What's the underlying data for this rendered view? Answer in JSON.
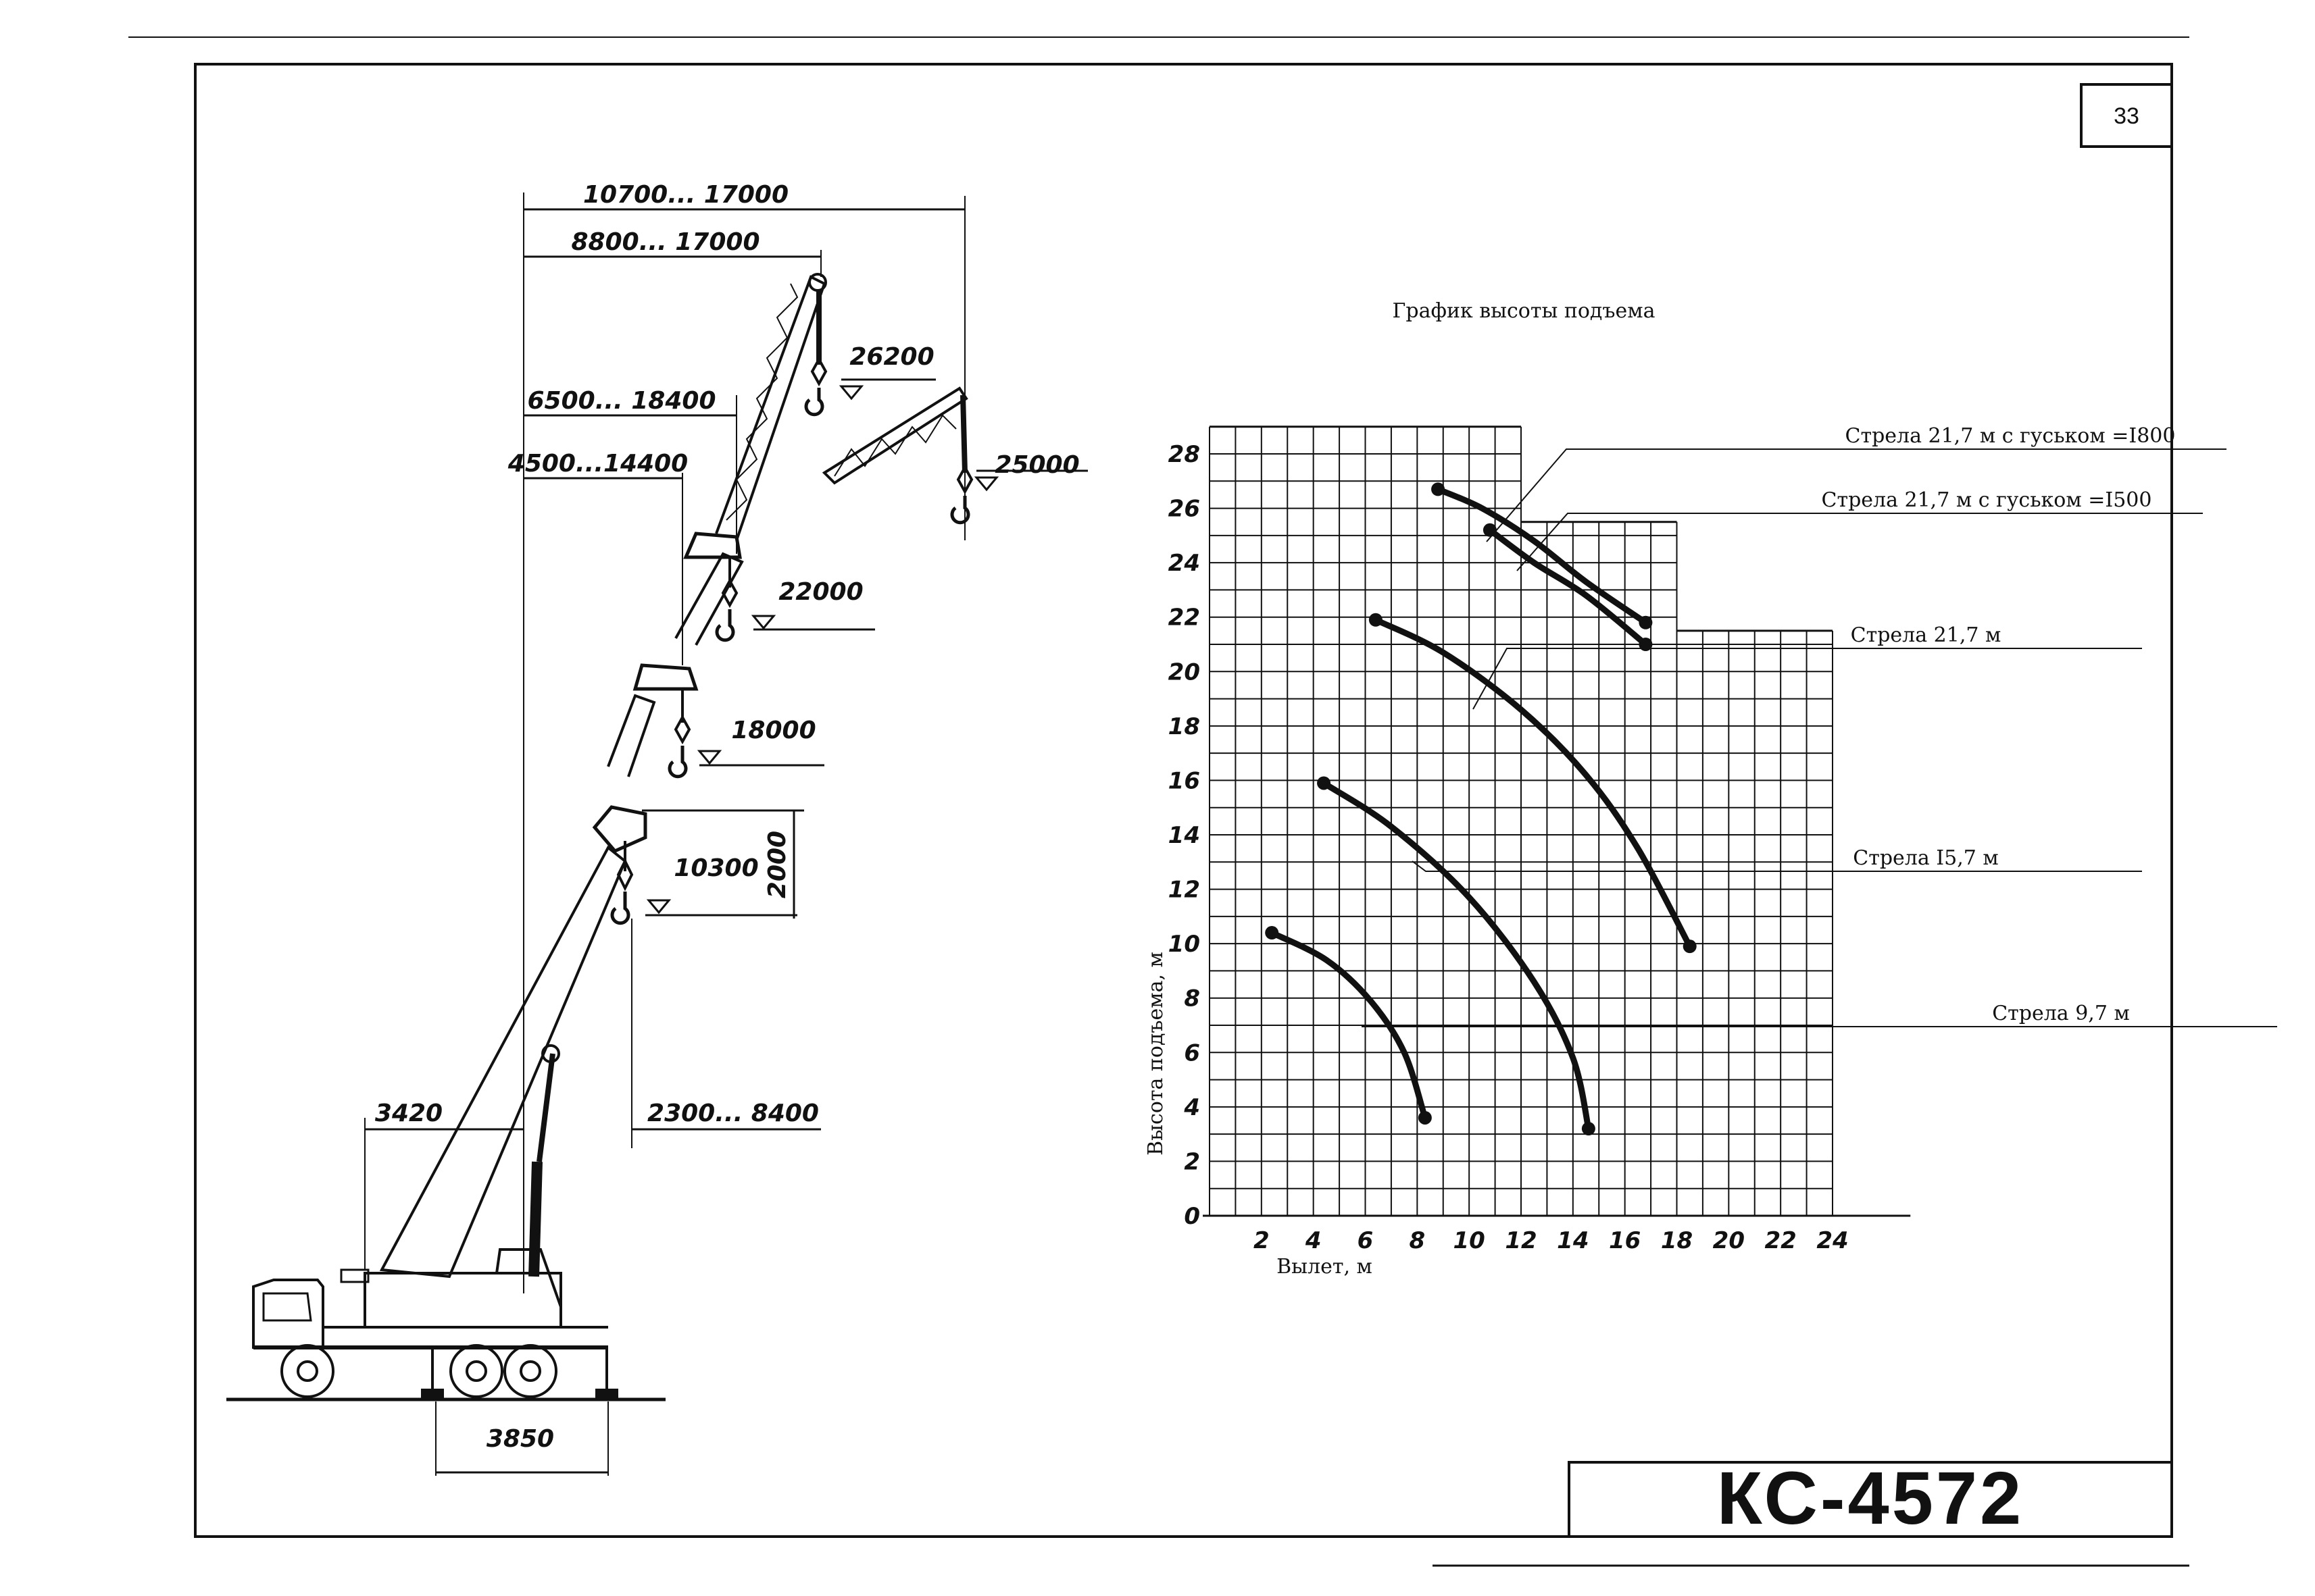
{
  "page_number": "33",
  "title_block": {
    "title": "КС-4572"
  },
  "crane_drawing": {
    "dimensions": {
      "span_top": "10700... 17000",
      "span_second": "8800... 17000",
      "span_third": "6500... 18400",
      "span_fourth": "4500...14400",
      "height_top": "26200",
      "height_jib": "25000",
      "height_mid": "22000",
      "height_low": "18000",
      "height_short": "10300",
      "hook_offset": "2000",
      "tail": "3420",
      "reach_short": "2300... 8400",
      "wheelbase": "3850"
    }
  },
  "chart_data": {
    "type": "line",
    "title": "График высоты подъема",
    "xlabel": "Вылет, м",
    "ylabel": "Высота подъема, м",
    "xlim": [
      0,
      24
    ],
    "ylim": [
      0,
      28
    ],
    "x_ticks": [
      "2",
      "4",
      "6",
      "8",
      "10",
      "12",
      "14",
      "16",
      "18",
      "20",
      "22",
      "24"
    ],
    "y_ticks": [
      "0",
      "2",
      "4",
      "6",
      "8",
      "10",
      "12",
      "14",
      "16",
      "18",
      "20",
      "22",
      "24",
      "26",
      "28"
    ],
    "series": [
      {
        "name": "Стрела 21,7 м с гуськом =I800",
        "x": [
          8.8,
          10.5,
          12.5,
          14.5,
          16.8
        ],
        "y": [
          26.7,
          26.0,
          24.8,
          23.3,
          21.8
        ]
      },
      {
        "name": "Стрела 21,7 м с гуськом =I500",
        "x": [
          10.8,
          12.5,
          14.5,
          16.8
        ],
        "y": [
          25.2,
          24.0,
          22.8,
          21.0
        ]
      },
      {
        "name": "Стрела 21,7 м",
        "x": [
          6.4,
          9.0,
          12.0,
          14.5,
          16.5,
          18.5
        ],
        "y": [
          21.9,
          20.7,
          18.6,
          16.2,
          13.5,
          9.9
        ]
      },
      {
        "name": "Стрела I5,7 м",
        "x": [
          4.4,
          7.0,
          10.0,
          12.5,
          14.0,
          14.6
        ],
        "y": [
          15.9,
          14.3,
          11.7,
          8.6,
          5.8,
          3.2
        ]
      },
      {
        "name": "Стрела 9,7 м",
        "x": [
          2.4,
          4.5,
          6.2,
          7.5,
          8.3
        ],
        "y": [
          10.4,
          9.4,
          7.9,
          6.0,
          3.6
        ]
      }
    ],
    "legend_placement": "top-right, leader lines",
    "grid": true
  }
}
